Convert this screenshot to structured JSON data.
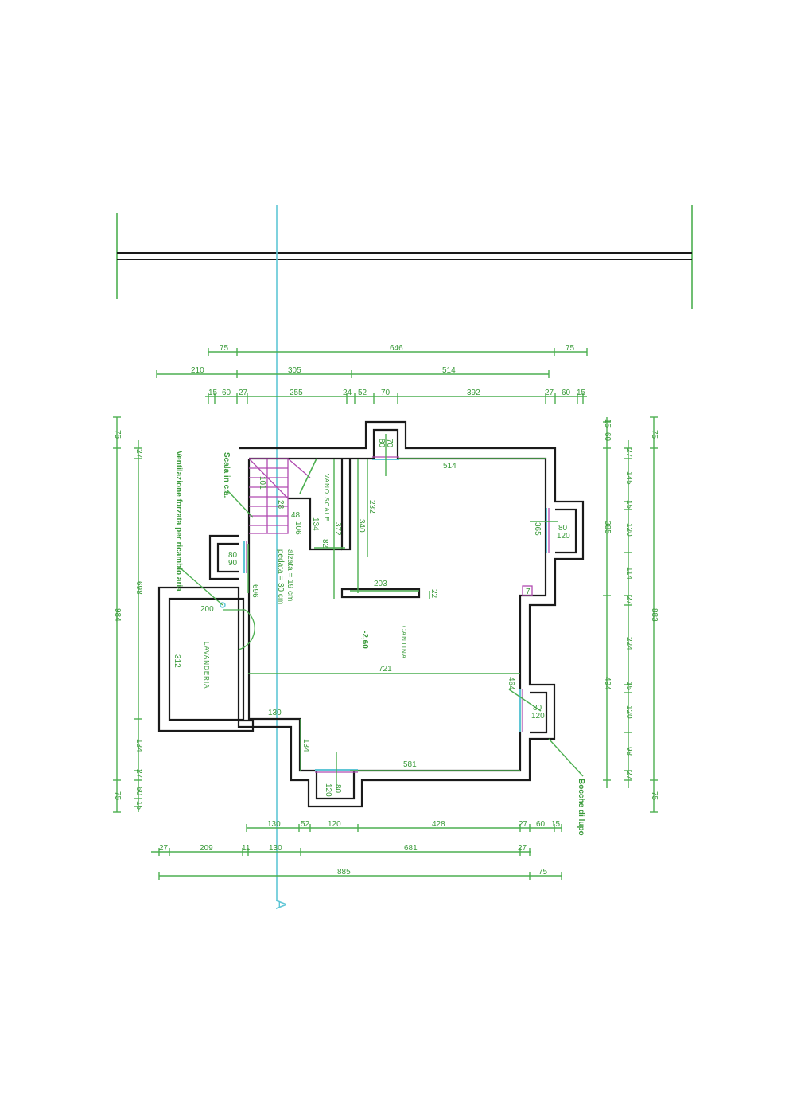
{
  "labels": {
    "lavanderia": "LAVANDERIA",
    "cantina": "CANTINA",
    "vano_scale": "VANO SCALE",
    "scala": "Scala in c.a.",
    "ventilazione": "Ventilazione forzata per ricambio aria",
    "bocche": "Bocche di lupo",
    "alzata": "alzata = 19 cm",
    "pedata": "pedata = 30 cm",
    "section": "A",
    "level": "-2,60"
  },
  "top_dims": {
    "row1": [
      "75",
      "646",
      "75"
    ],
    "row2": [
      "210",
      "305",
      "514"
    ],
    "row3": [
      "15",
      "60",
      "27",
      "255",
      "24",
      "52",
      "70",
      "392",
      "27",
      "60",
      "15"
    ]
  },
  "bottom_dims": {
    "row1": [
      "130",
      "52",
      "120",
      "428",
      "27",
      "60",
      "15"
    ],
    "row2": [
      "27",
      "209",
      "11",
      "130",
      "681",
      "27"
    ],
    "row3": [
      "885",
      "75"
    ]
  },
  "left_dims": {
    "outer": [
      "75",
      "984",
      "75"
    ],
    "inner": [
      "27",
      "698",
      "134",
      "27",
      "60",
      "15"
    ]
  },
  "right_dims": {
    "inner": [
      "15",
      "60",
      "27",
      "145",
      "15",
      "120",
      "114",
      "27",
      "224",
      "15",
      "120",
      "98",
      "27"
    ],
    "mid": [
      "385",
      "494"
    ],
    "outer": [
      "75",
      "883",
      "75"
    ]
  },
  "interior_dims": {
    "d514": "514",
    "d70": "70",
    "d80a": "80",
    "d101": "101",
    "d28": "28",
    "d48": "48",
    "d106": "106",
    "d134a": "134",
    "d232": "232",
    "d372": "372",
    "d340": "340",
    "d82": "82",
    "d80b": "80",
    "d90": "90",
    "d696": "696",
    "d365": "365",
    "d80c": "80",
    "d120a": "120",
    "d203": "203",
    "d22": "22",
    "d7": "7",
    "d200": "200",
    "d312": "312",
    "d721": "721",
    "d464": "464",
    "d80d": "80",
    "d120b": "120",
    "d130": "130",
    "d134b": "134",
    "d581": "581",
    "d120c": "120",
    "d80e": "80"
  }
}
